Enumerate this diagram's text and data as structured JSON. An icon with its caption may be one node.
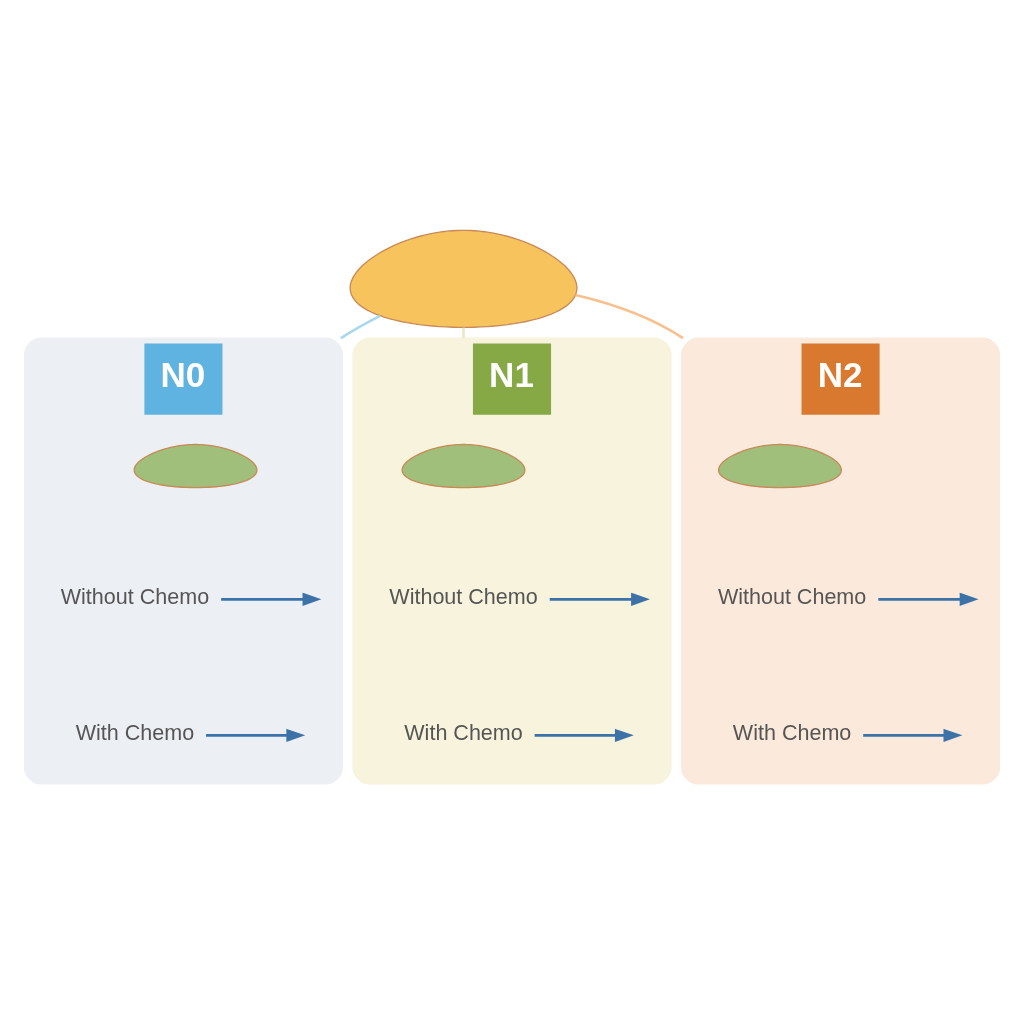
{
  "diagram": {
    "nodes": [
      {
        "text": [],
        "shape": "picture"
      },
      {
        "text": [
          "N0"
        ]
      },
      {
        "text": [],
        "shape": "picture",
        "in": 1
      },
      {
        "text": [
          "Without Chemo"
        ],
        "in": 1
      },
      {
        "text": [
          "With Chemo"
        ],
        "in": 1
      },
      {
        "text": [
          "N1"
        ]
      },
      {
        "text": [],
        "shape": "picture",
        "in": 5
      },
      {
        "text": [
          "Without Chemo"
        ],
        "in": 5
      },
      {
        "text": [
          "With Chemo"
        ],
        "in": 5
      },
      {
        "text": [
          "N2"
        ]
      },
      {
        "text": [],
        "shape": "picture",
        "in": 9
      },
      {
        "text": [
          "Without Chemo"
        ],
        "in": 9
      },
      {
        "text": [
          "With Chemo"
        ],
        "in": 9
      }
    ],
    "edges": [
      {
        "from": 0,
        "to": 1,
        "arrow": "none",
        "color": "#a8d8ee"
      },
      {
        "from": 0,
        "to": 5,
        "arrow": "none",
        "color": "#ece6c8"
      },
      {
        "from": 0,
        "to": 9,
        "arrow": "none",
        "color": "#f7c08e"
      },
      {
        "from": 3,
        "to": null,
        "arrow": "to"
      },
      {
        "from": 4,
        "to": null,
        "arrow": "to"
      },
      {
        "from": 7,
        "to": null,
        "arrow": "to"
      },
      {
        "from": 8,
        "to": null,
        "arrow": "to"
      },
      {
        "from": 11,
        "to": null,
        "arrow": "to"
      },
      {
        "from": 12,
        "to": null,
        "arrow": "to"
      }
    ]
  }
}
